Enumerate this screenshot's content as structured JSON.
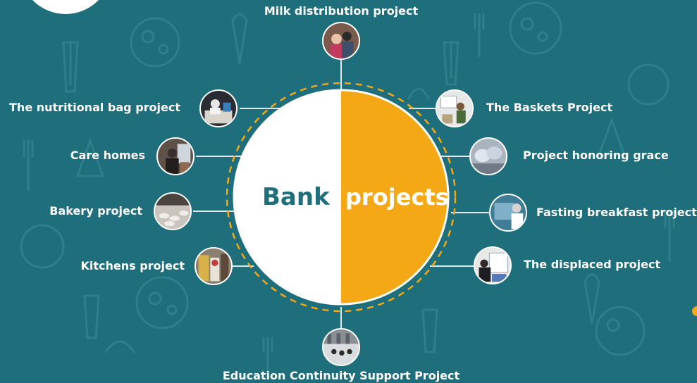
{
  "hub": {
    "word_left": "Bank",
    "word_right": "projects"
  },
  "colors": {
    "background": "#1f6e7b",
    "accent_orange": "#f5a816",
    "hub_white": "#ffffff",
    "hub_text_teal": "#1f6e7b",
    "connector": "#dfe9eb"
  },
  "projects": {
    "top": {
      "label": "Milk distribution project",
      "icon": "milk-distribution-photo"
    },
    "left": [
      {
        "label": "The nutritional bag project",
        "icon": "nutritional-bag-photo"
      },
      {
        "label": "Care homes",
        "icon": "care-homes-photo"
      },
      {
        "label": "Bakery project",
        "icon": "bakery-photo"
      },
      {
        "label": "Kitchens project",
        "icon": "kitchens-photo"
      }
    ],
    "right": [
      {
        "label": "The Baskets Project",
        "icon": "baskets-photo"
      },
      {
        "label": "Project honoring grace",
        "icon": "honoring-grace-photo"
      },
      {
        "label": "Fasting breakfast project",
        "icon": "fasting-breakfast-photo"
      },
      {
        "label": "The displaced project",
        "icon": "displaced-photo"
      }
    ],
    "bottom": {
      "label": "Education Continuity Support Project",
      "icon": "education-photo"
    }
  }
}
